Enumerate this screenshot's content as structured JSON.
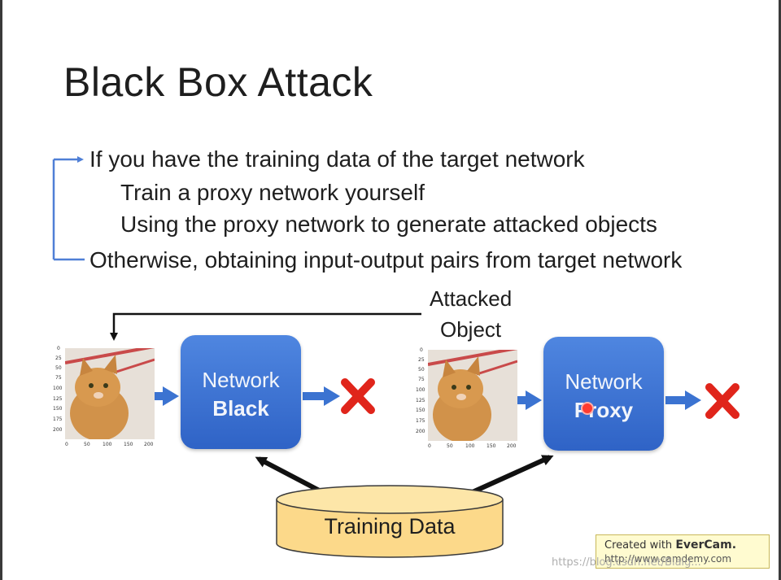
{
  "slide": {
    "title": "Black Box Attack",
    "bullets": [
      "If you have the training data of the target network",
      "Train a proxy network yourself",
      "Using the proxy network to generate attacked objects",
      "Otherwise, obtaining input-output pairs from target network"
    ]
  },
  "diagram": {
    "network_black": {
      "line1": "Network",
      "line2": "Black"
    },
    "network_proxy": {
      "line1": "Network",
      "line2": "Proxy"
    },
    "attacked_object": {
      "line1": "Attacked",
      "line2": "Object"
    },
    "training_data": "Training Data",
    "image_axis_y": [
      "0",
      "25",
      "50",
      "75",
      "100",
      "125",
      "150",
      "175",
      "200"
    ],
    "image_axis_x": [
      "0",
      "50",
      "100",
      "150",
      "200"
    ]
  },
  "colors": {
    "network_box": "#3a70d2",
    "arrow_blue": "#3b73d1",
    "cross_red": "#e0251b",
    "database_fill": "#fcd98a",
    "bracket": "#4f7fd6"
  },
  "overlay": {
    "evercam_line1": "Created with",
    "evercam_brand": "EverCam.",
    "evercam_line2": "http://www.camdemy.com",
    "watermark": "https://blog.csdn.net/Blaig..."
  }
}
